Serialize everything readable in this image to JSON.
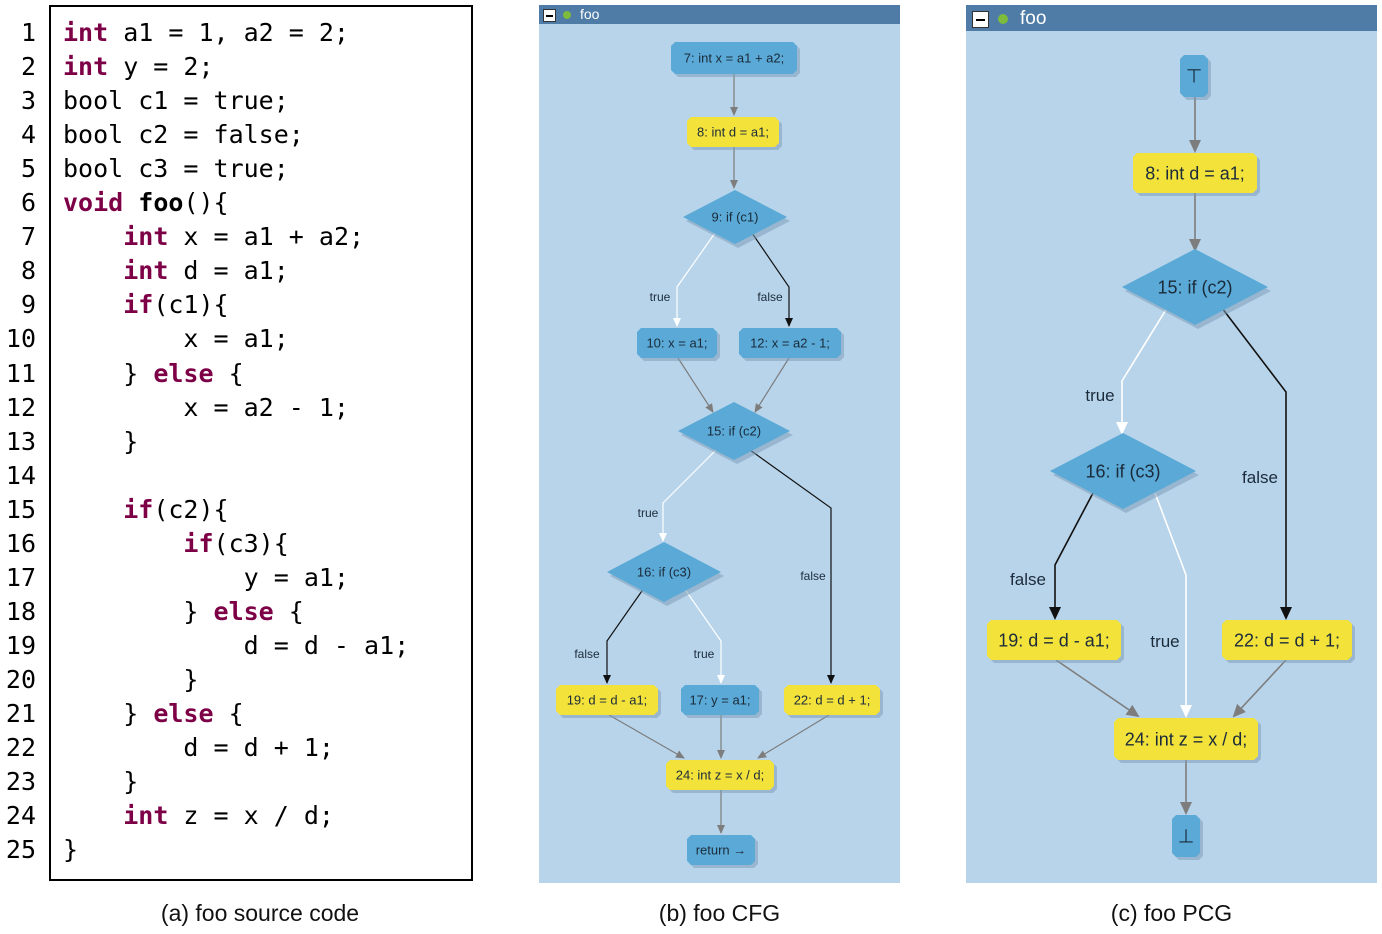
{
  "source": {
    "lines": [
      {
        "n": "1",
        "indent": "",
        "tokens": [
          {
            "t": "int",
            "k": "kw"
          },
          {
            "t": " a1 = 1, a2 = 2;"
          }
        ]
      },
      {
        "n": "2",
        "indent": "",
        "tokens": [
          {
            "t": "int",
            "k": "kw"
          },
          {
            "t": " y = 2;"
          }
        ]
      },
      {
        "n": "3",
        "indent": "",
        "tokens": [
          {
            "t": "bool c1 = true;"
          }
        ]
      },
      {
        "n": "4",
        "indent": "",
        "tokens": [
          {
            "t": "bool c2 = false;"
          }
        ]
      },
      {
        "n": "5",
        "indent": "",
        "tokens": [
          {
            "t": "bool c3 = true;"
          }
        ]
      },
      {
        "n": "6",
        "indent": "",
        "tokens": [
          {
            "t": "void",
            "k": "kw"
          },
          {
            "t": " "
          },
          {
            "t": "foo",
            "k": "fn"
          },
          {
            "t": "(){"
          }
        ]
      },
      {
        "n": "7",
        "indent": "    ",
        "tokens": [
          {
            "t": "int",
            "k": "kw"
          },
          {
            "t": " x = a1 + a2;"
          }
        ]
      },
      {
        "n": "8",
        "indent": "    ",
        "tokens": [
          {
            "t": "int",
            "k": "kw"
          },
          {
            "t": " d = a1;"
          }
        ]
      },
      {
        "n": "9",
        "indent": "    ",
        "tokens": [
          {
            "t": "if",
            "k": "kw"
          },
          {
            "t": "(c1){"
          }
        ]
      },
      {
        "n": "10",
        "indent": "        ",
        "tokens": [
          {
            "t": "x = a1;"
          }
        ]
      },
      {
        "n": "11",
        "indent": "    ",
        "tokens": [
          {
            "t": "} "
          },
          {
            "t": "else",
            "k": "kw"
          },
          {
            "t": " {"
          }
        ]
      },
      {
        "n": "12",
        "indent": "        ",
        "tokens": [
          {
            "t": "x = a2 - 1;"
          }
        ]
      },
      {
        "n": "13",
        "indent": "    ",
        "tokens": [
          {
            "t": "}"
          }
        ]
      },
      {
        "n": "14",
        "indent": "",
        "tokens": []
      },
      {
        "n": "15",
        "indent": "    ",
        "tokens": [
          {
            "t": "if",
            "k": "kw"
          },
          {
            "t": "(c2){"
          }
        ]
      },
      {
        "n": "16",
        "indent": "        ",
        "tokens": [
          {
            "t": "if",
            "k": "kw"
          },
          {
            "t": "(c3){"
          }
        ]
      },
      {
        "n": "17",
        "indent": "            ",
        "tokens": [
          {
            "t": "y = a1;"
          }
        ]
      },
      {
        "n": "18",
        "indent": "        ",
        "tokens": [
          {
            "t": "} "
          },
          {
            "t": "else",
            "k": "kw"
          },
          {
            "t": " {"
          }
        ]
      },
      {
        "n": "19",
        "indent": "            ",
        "tokens": [
          {
            "t": "d = d - a1;"
          }
        ]
      },
      {
        "n": "20",
        "indent": "        ",
        "tokens": [
          {
            "t": "}"
          }
        ]
      },
      {
        "n": "21",
        "indent": "    ",
        "tokens": [
          {
            "t": "} "
          },
          {
            "t": "else",
            "k": "kw"
          },
          {
            "t": " {"
          }
        ]
      },
      {
        "n": "22",
        "indent": "        ",
        "tokens": [
          {
            "t": "d = d + 1;"
          }
        ]
      },
      {
        "n": "23",
        "indent": "    ",
        "tokens": [
          {
            "t": "}"
          }
        ]
      },
      {
        "n": "24",
        "indent": "    ",
        "tokens": [
          {
            "t": "int",
            "k": "kw"
          },
          {
            "t": " z = x / d;"
          }
        ]
      },
      {
        "n": "25",
        "indent": "",
        "tokens": [
          {
            "t": "}"
          }
        ]
      }
    ]
  },
  "cfg": {
    "title": "foo",
    "nodes": [
      {
        "id": "n7",
        "label": "7: int x = a1 + a2;"
      },
      {
        "id": "n8",
        "label": "8: int d = a1;"
      },
      {
        "id": "n9",
        "label": "9: if (c1)"
      },
      {
        "id": "n10",
        "label": "10: x = a1;"
      },
      {
        "id": "n12",
        "label": "12: x = a2 - 1;"
      },
      {
        "id": "n15",
        "label": "15: if (c2)"
      },
      {
        "id": "n16",
        "label": "16: if (c3)"
      },
      {
        "id": "n19",
        "label": "19: d = d - a1;"
      },
      {
        "id": "n17",
        "label": "17: y = a1;"
      },
      {
        "id": "n22",
        "label": "22: d = d + 1;"
      },
      {
        "id": "n24",
        "label": "24: int z = x / d;"
      },
      {
        "id": "nret",
        "label": "return →"
      }
    ],
    "edge_labels": [
      "true",
      "false",
      "true",
      "false",
      "false",
      "true"
    ]
  },
  "pcg": {
    "title": "foo",
    "nodes": [
      {
        "id": "top",
        "label": "⊤"
      },
      {
        "id": "n8",
        "label": "8: int d = a1;"
      },
      {
        "id": "n15",
        "label": "15: if (c2)"
      },
      {
        "id": "n16",
        "label": "16: if (c3)"
      },
      {
        "id": "n19",
        "label": "19: d = d - a1;"
      },
      {
        "id": "n22",
        "label": "22: d = d + 1;"
      },
      {
        "id": "n24",
        "label": "24: int z = x / d;"
      },
      {
        "id": "bot",
        "label": "⊥"
      }
    ],
    "edge_labels": [
      "true",
      "false",
      "false",
      "true"
    ]
  },
  "captions": {
    "a": "(a) foo source code",
    "b": "(b) foo CFG",
    "c": "(c) foo PCG"
  },
  "colors": {
    "panel_bg": "#b8d4ea",
    "titlebar": "#4f7ca6",
    "node_blue": "#5aa9d6",
    "node_yellow": "#f3e23a",
    "edge_grey": "#7d7d7d",
    "edge_white": "#ffffff",
    "edge_black": "#111111",
    "keyword": "#7d0047"
  }
}
